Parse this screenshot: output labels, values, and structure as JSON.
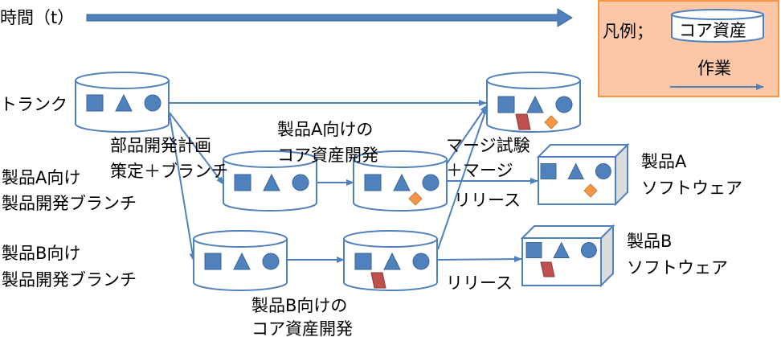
{
  "time_axis": {
    "label": "時間（t）"
  },
  "legend": {
    "title": "凡例；",
    "asset_label": "コア資産",
    "work_label": "作業"
  },
  "labels": {
    "trunk": "トランク",
    "branch_plan": [
      "部品開発計画",
      "策定＋ブランチ"
    ],
    "product_a_branch": [
      "製品A向け",
      "製品開発ブランチ"
    ],
    "product_b_branch": [
      "製品B向け",
      "製品開発ブランチ"
    ],
    "product_a_core": [
      "製品A向けの",
      "コア資産開発"
    ],
    "product_b_core": [
      "製品B向けの",
      "コア資産開発"
    ],
    "merge": [
      "マージ試験",
      "＋マージ",
      "リリース"
    ],
    "release_b": "リリース",
    "product_a_software": [
      "製品A",
      "ソフトウェア"
    ],
    "product_b_software": [
      "製品B",
      "ソフトウェア"
    ]
  },
  "colors": {
    "asset_blue": "#4f81bd",
    "product_a_part": "#f79646",
    "product_b_part": "#c0504d",
    "legend_bg": "#fbc7a6",
    "legend_border": "#f79646"
  }
}
